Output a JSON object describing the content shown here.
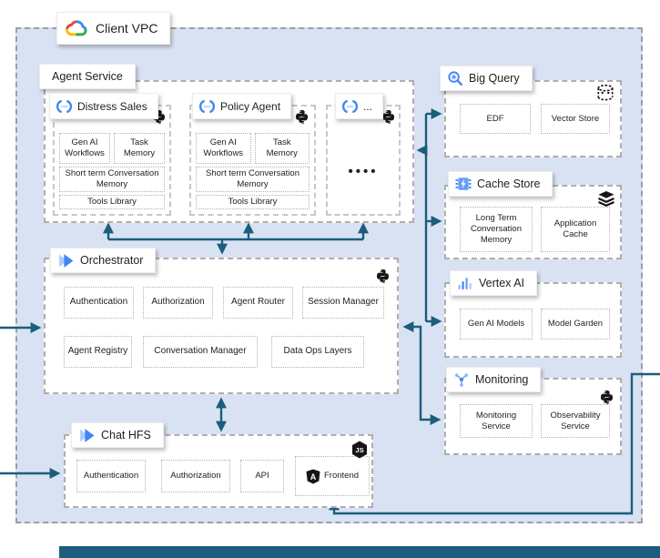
{
  "title": "Client VPC",
  "colors": {
    "vpc_fill": "#d9e2f3",
    "arrow": "#1b5d7c",
    "agent_blue": "#4285f4"
  },
  "icons": {
    "vpc": "gcp-cloud-icon",
    "agent": "agent-brackets-icon",
    "orchestrator": "chevrons-icon",
    "chat_hfs": "chevrons-icon",
    "big_query": "bigquery-lens-icon",
    "cache_store": "memorystore-chip-icon",
    "vertex_ai": "vertexai-bars-icon",
    "monitoring": "network-hub-icon",
    "runtime_python": "python-icon",
    "runtime_nodejs": "nodejs-hexagon-icon",
    "frontend": "angular-shield-icon",
    "big_query_corner": "dashed-database-icon",
    "cache_store_corner": "layer-stack-icon"
  },
  "agent_service": {
    "label": "Agent Service",
    "agents": [
      {
        "name": "Distress Sales",
        "items": [
          "Gen AI Workflows",
          "Task Memory",
          "Short term Conversation Memory",
          "Tools Library"
        ]
      },
      {
        "name": "Policy Agent",
        "items": [
          "Gen AI Workflows",
          "Task Memory",
          "Short term Conversation Memory",
          "Tools Library"
        ]
      },
      {
        "name": "...",
        "dots": "••••"
      }
    ]
  },
  "orchestrator": {
    "label": "Orchestrator",
    "items": [
      "Authentication",
      "Authorization",
      "Agent Router",
      "Session Manager",
      "Agent Registry",
      "Conversation Manager",
      "Data Ops Layers"
    ]
  },
  "chat_hfs": {
    "label": "Chat HFS",
    "items": [
      "Authentication",
      "Authorization",
      "API",
      "Frontend"
    ]
  },
  "big_query": {
    "label": "Big Query",
    "items": [
      "EDF",
      "Vector Store"
    ]
  },
  "cache_store": {
    "label": "Cache Store",
    "items": [
      "Long Term Conversation Memory",
      "Application Cache"
    ]
  },
  "vertex_ai": {
    "label": "Vertex AI",
    "items": [
      "Gen AI Models",
      "Model Garden"
    ]
  },
  "monitoring": {
    "label": "Monitoring",
    "items": [
      "Monitoring Service",
      "Observability Service"
    ]
  }
}
